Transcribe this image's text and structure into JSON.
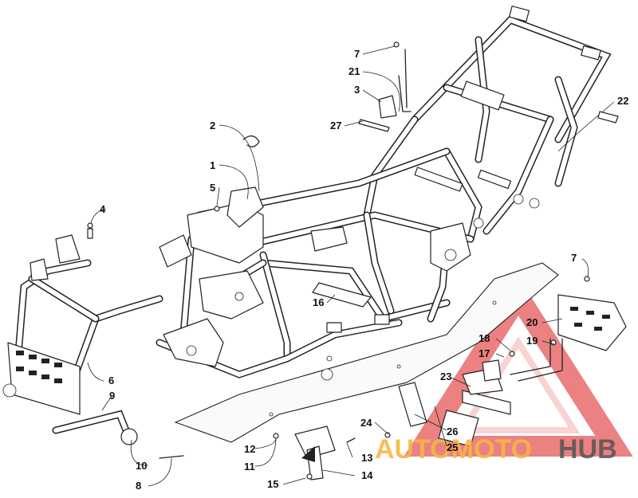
{
  "watermark": {
    "text_light": "AUTOMOTO",
    "text_dark": "HUB",
    "colors": {
      "red": "#e03a3a",
      "light_red": "#f3a6a6",
      "orange": "#f6b646",
      "dark": "#555555"
    }
  },
  "callouts": {
    "c1": "1",
    "c2": "2",
    "c3": "3",
    "c4": "4",
    "c5": "5",
    "c6": "6",
    "c7a": "7",
    "c7b": "7",
    "c8": "8",
    "c9": "9",
    "c10": "10",
    "c11": "11",
    "c12": "12",
    "c13": "13",
    "c14": "14",
    "c15": "15",
    "c16": "16",
    "c17": "17",
    "c18": "18",
    "c19": "19",
    "c20": "20",
    "c21": "21",
    "c22": "22",
    "c23": "23",
    "c24": "24",
    "c25": "25",
    "c26": "26",
    "c27": "27"
  }
}
